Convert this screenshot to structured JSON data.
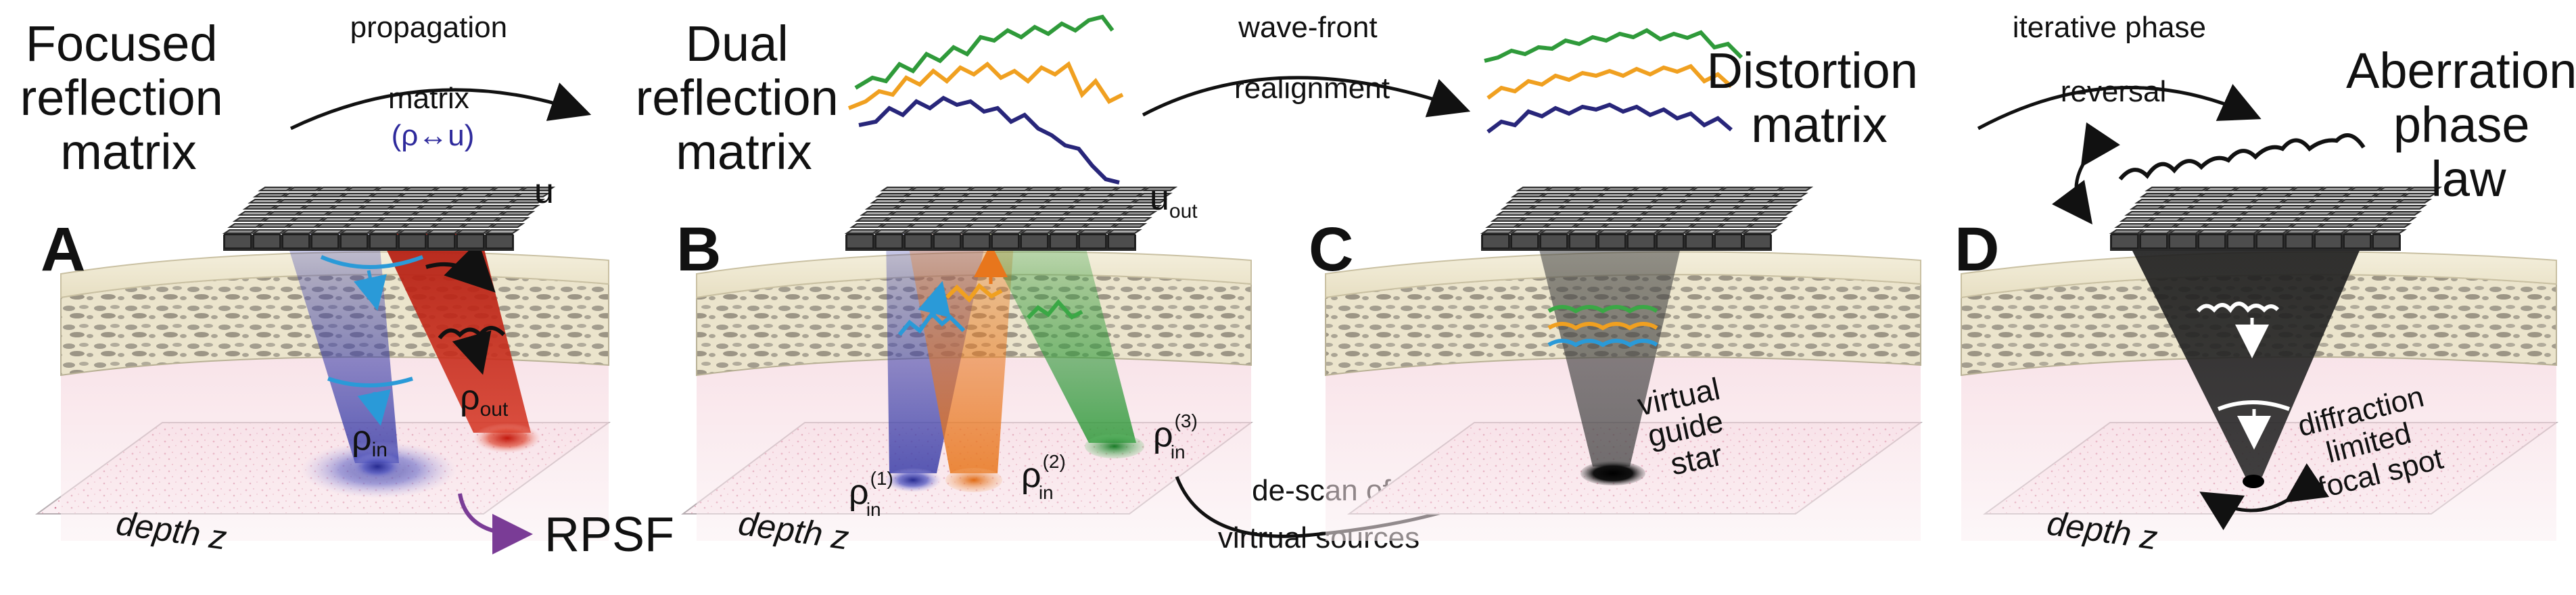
{
  "panels": {
    "A": {
      "letter": "A",
      "title": [
        "Focused",
        "reflection",
        "matrix"
      ],
      "grid_label": "u",
      "rho_in": "ρ",
      "rho_in_sub": "in",
      "rho_out": "ρ",
      "rho_out_sub": "out",
      "rpsf": "RPSF",
      "depth_label": "depth z"
    },
    "B": {
      "letter": "B",
      "title": [
        "Dual",
        "reflection",
        "matrix"
      ],
      "grid_label": "u",
      "grid_label_sub": "out",
      "rho1": "ρ",
      "rho1_sub": "in",
      "rho1_sup": "(1)",
      "rho2": "ρ",
      "rho2_sub": "in",
      "rho2_sup": "(2)",
      "rho3": "ρ",
      "rho3_sub": "in",
      "rho3_sup": "(3)",
      "depth_label": "depth z"
    },
    "C": {
      "letter": "C",
      "title": [
        "Distortion",
        "matrix"
      ],
      "guide_star": [
        "virtual",
        "guide",
        "star"
      ]
    },
    "D": {
      "letter": "D",
      "title": [
        "Aberration",
        "phase",
        "law"
      ],
      "focal": [
        "diffraction",
        "limited",
        "focal spot"
      ],
      "depth_label": "depth z"
    }
  },
  "arrows": {
    "ab": [
      "propagation",
      "matrix",
      "(ρ↔u)"
    ],
    "bc": [
      "wave-front",
      "realignment"
    ],
    "cd": [
      "iterative phase",
      "reversal"
    ],
    "descan": [
      "de-scan of",
      "virtrual sources"
    ]
  },
  "colors": {
    "blue": "#3a3fa8",
    "red": "#c0261a",
    "orange": "#e8761c",
    "green": "#2f9a3a",
    "navy": "#28267a",
    "lightblue": "#2a9ad8",
    "yellow": "#f0a020",
    "purple": "#7a3c96",
    "bone": "#ece5cc",
    "tissue": "#f6dde4"
  }
}
